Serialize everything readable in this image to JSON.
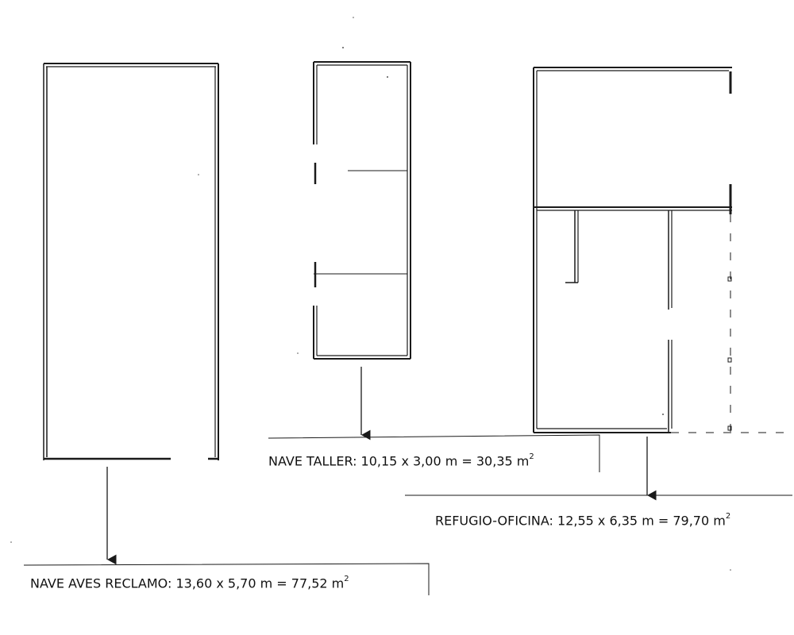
{
  "labels": {
    "nave_aves": {
      "text": "NAVE AVES RECLAMO:  13,60 x 5,70 m = 77,52 m",
      "sup": "2"
    },
    "nave_taller": {
      "text": "NAVE TALLER:  10,15  x 3,00 m = 30,35 m",
      "sup": "2"
    },
    "refugio": {
      "text": "REFUGIO-OFICINA:  12,55 x 6,35 m = 79,70 m",
      "sup": "2"
    }
  },
  "colors": {
    "line": "#1a1a1a",
    "paper": "#ffffff"
  }
}
